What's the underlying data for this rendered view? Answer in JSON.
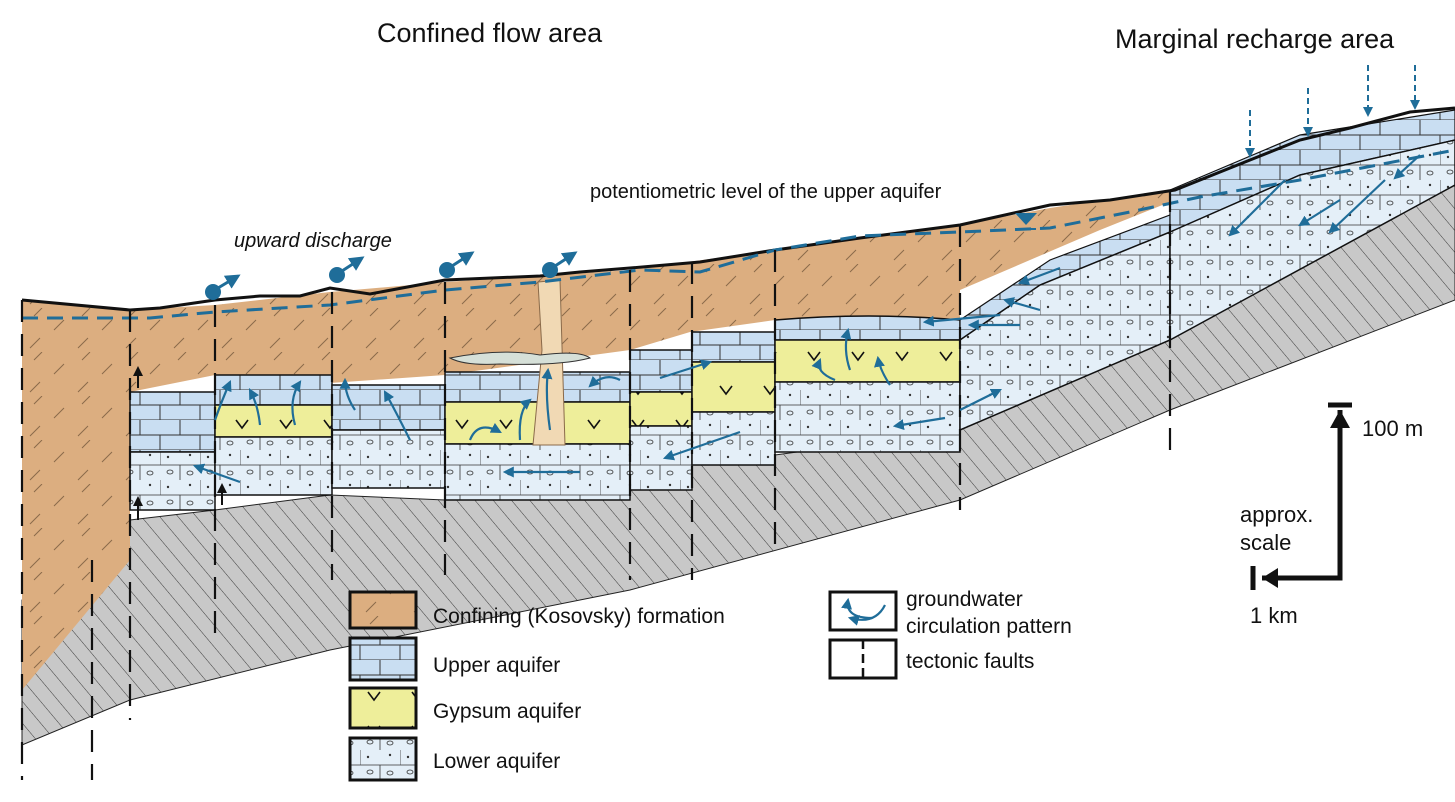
{
  "titles": {
    "left": "Confined flow area",
    "right": "Marginal recharge area"
  },
  "annotations": {
    "potentiometric": "potentiometric level of the upper aquifer",
    "discharge": "upward discharge"
  },
  "legend": {
    "items": [
      {
        "label": "Confining (Kosovsky) formation",
        "swatch": "confining-formation-swatch"
      },
      {
        "label": "Upper aquifer",
        "swatch": "upper-aquifer-swatch"
      },
      {
        "label": "Gypsum aquifer",
        "swatch": "gypsum-aquifer-swatch"
      },
      {
        "label": "Lower aquifer",
        "swatch": "lower-aquifer-swatch"
      }
    ],
    "symbols": [
      {
        "label_line1": "groundwater",
        "label_line2": "circulation pattern",
        "icon": "circulation-arrow-icon"
      },
      {
        "label": "tectonic faults",
        "icon": "fault-line-icon"
      }
    ]
  },
  "scale": {
    "vertical": "100 m",
    "caption_line1": "approx.",
    "caption_line2": "scale",
    "horizontal": "1 km"
  },
  "colors": {
    "confining": "#dcae80",
    "upper_aquifer": "#c9def2",
    "gypsum": "#eeee9a",
    "lower_aquifer": "#e4eff8",
    "basement": "#c8c8c8",
    "flow_arrow": "#1f6d99",
    "outline": "#111111"
  }
}
